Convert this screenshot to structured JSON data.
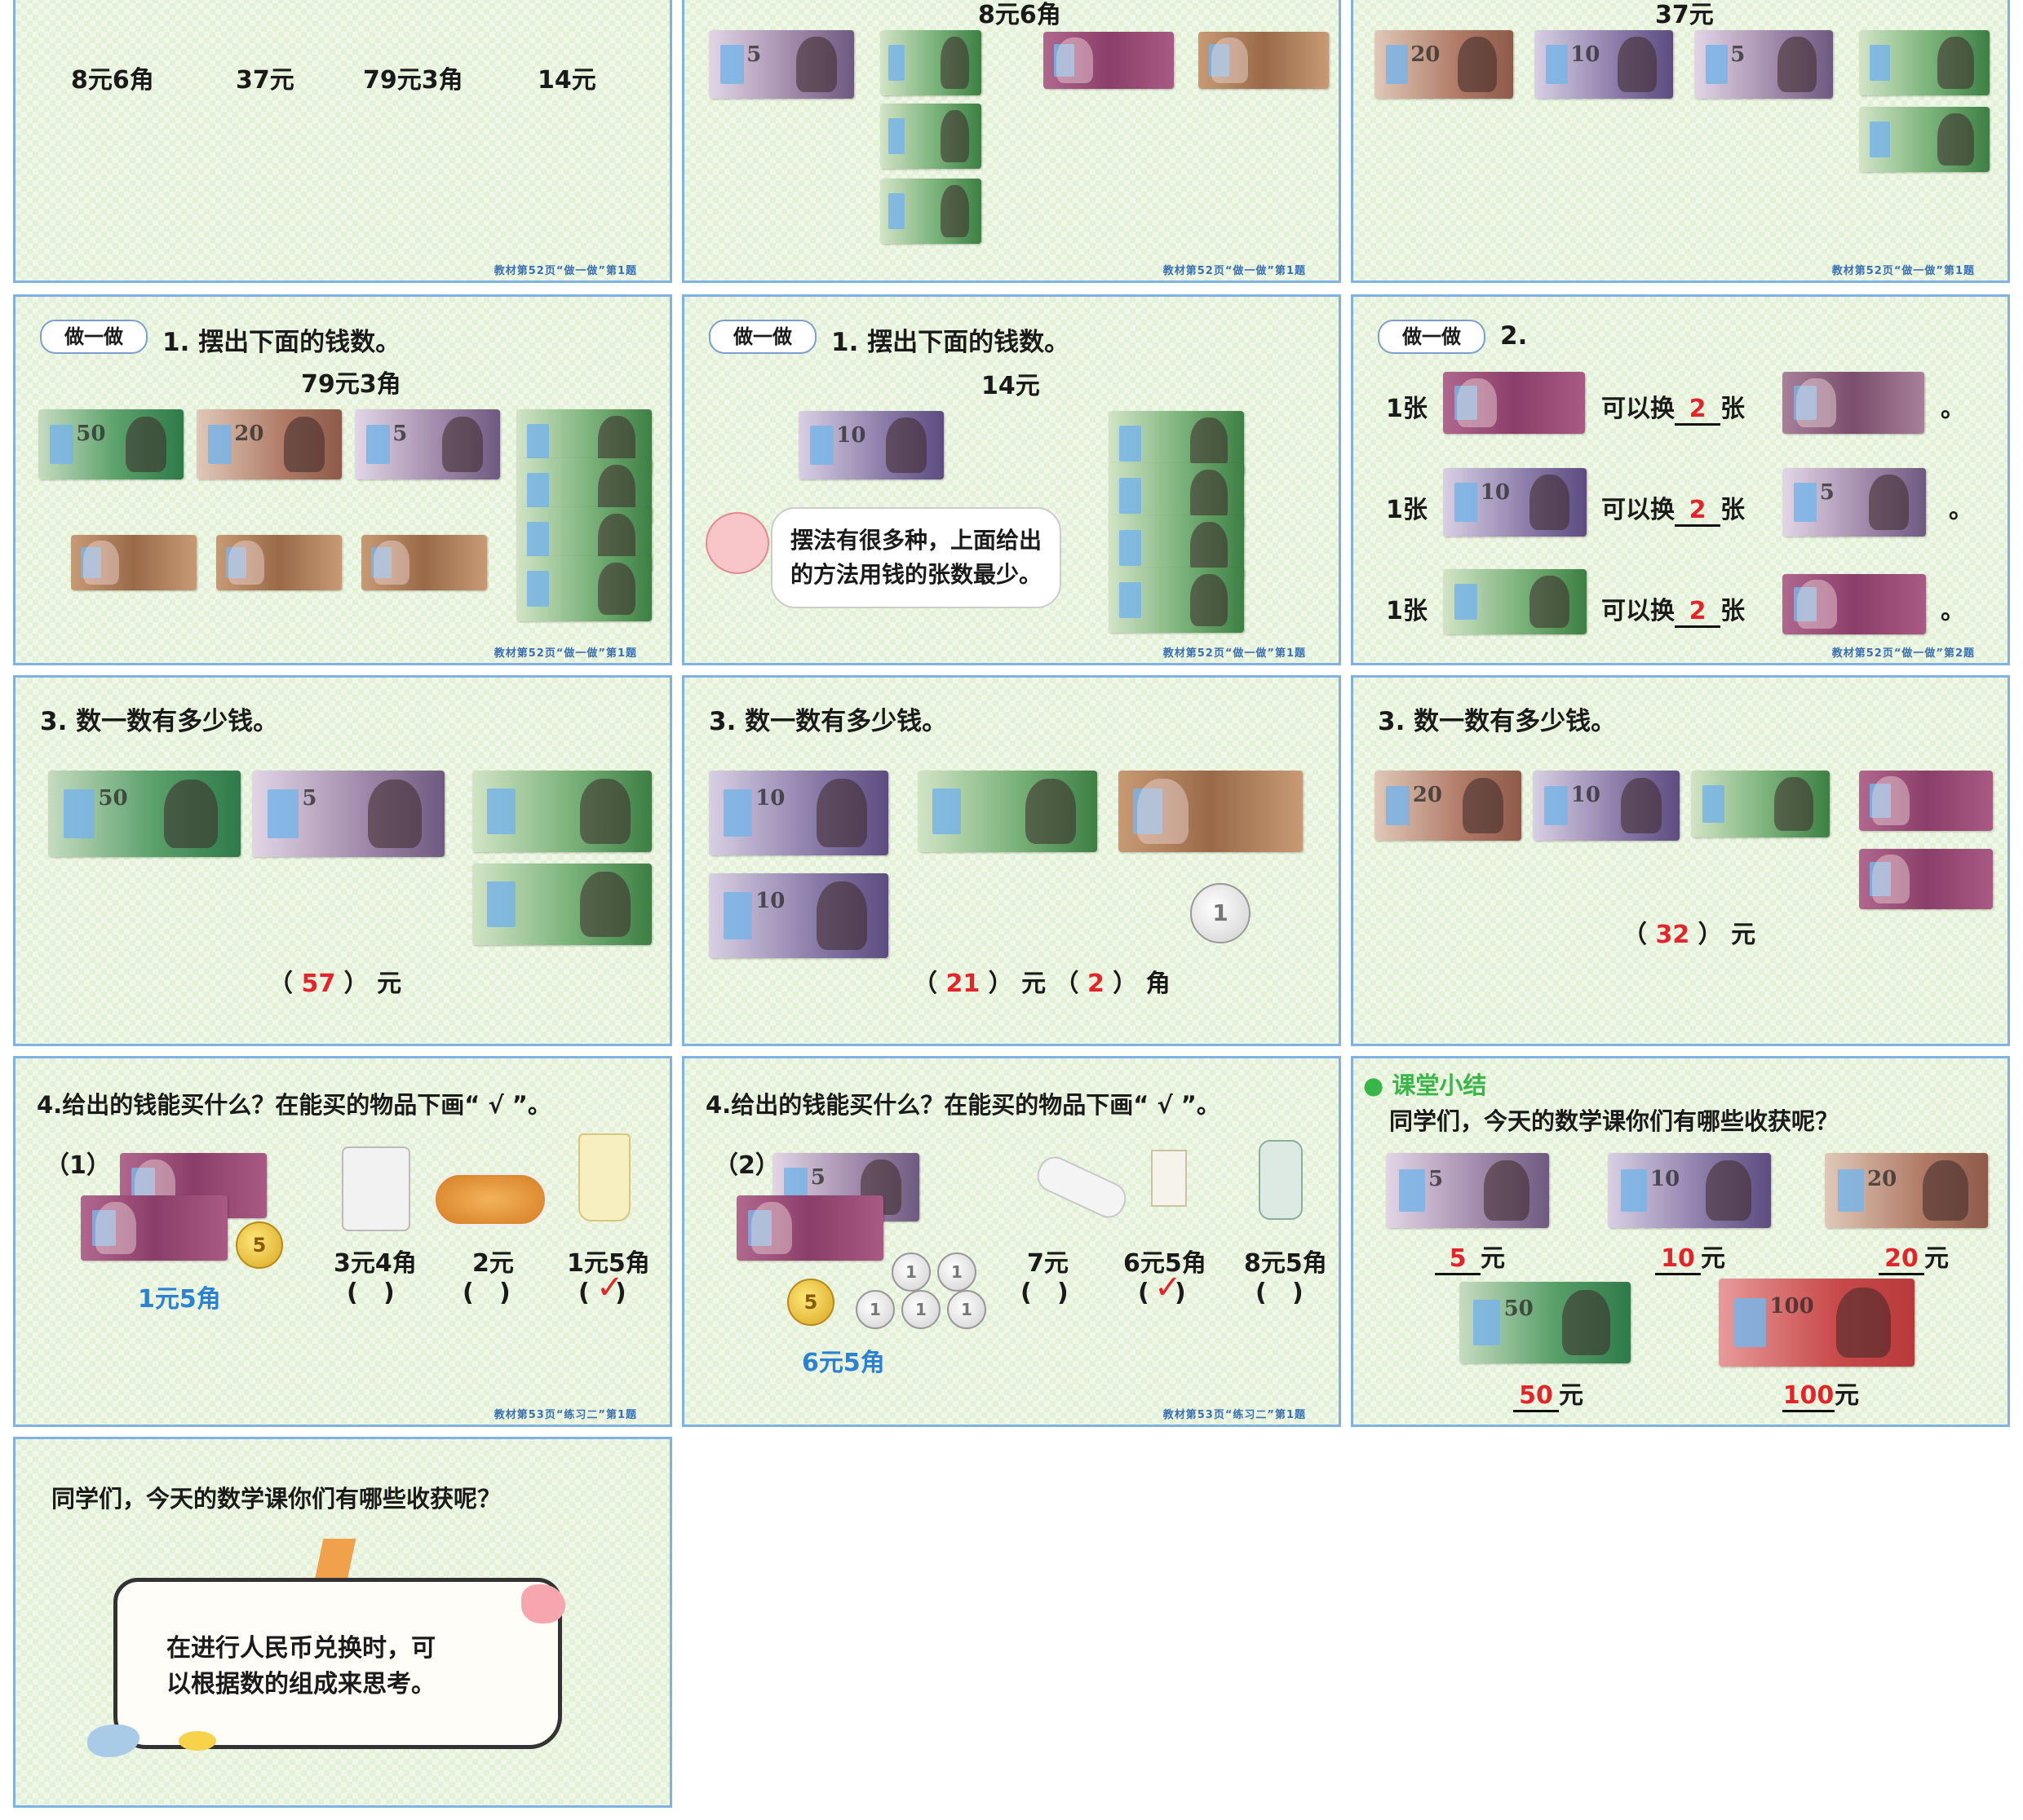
{
  "slides": {
    "s1": {
      "amounts": [
        "8元6角",
        "37元",
        "79元3角",
        "14元"
      ],
      "footer": "教材第52页“做一做”第1题"
    },
    "s2": {
      "title": "8元6角",
      "footer": "教材第52页“做一做”第1题"
    },
    "s3": {
      "title": "37元",
      "footer": "教材第52页“做一做”第1题"
    },
    "s4": {
      "tag": "做一做",
      "question": "1. 摆出下面的钱数。",
      "amount": "79元3角",
      "footer": "教材第52页“做一做”第1题"
    },
    "s5": {
      "tag": "做一做",
      "question": "1. 摆出下面的钱数。",
      "amount": "14元",
      "bubble_line1": "摆法有很多种，上面给出",
      "bubble_line2": "的方法用钱的张数最少。",
      "footer": "教材第52页“做一做”第1题"
    },
    "s6": {
      "tag": "做一做",
      "question": "2.",
      "rows": [
        {
          "prefix": "1张",
          "mid": "可以换",
          "answer": "2",
          "suffix": "张",
          "end": "。"
        },
        {
          "prefix": "1张",
          "mid": "可以换",
          "answer": "2",
          "suffix": "张",
          "end": "。"
        },
        {
          "prefix": "1张",
          "mid": "可以换",
          "answer": "2",
          "suffix": "张",
          "end": "。"
        }
      ],
      "footer": "教材第52页“做一做”第2题"
    },
    "s7": {
      "question": "3. 数一数有多少钱。",
      "answer": "57",
      "unit": "元"
    },
    "s8": {
      "question": "3. 数一数有多少钱。",
      "answer_yuan": "21",
      "unit_yuan": "元",
      "answer_jiao": "2",
      "unit_jiao": "角",
      "coin_label": "1"
    },
    "s9": {
      "question": "3. 数一数有多少钱。",
      "answer": "32",
      "unit": "元"
    },
    "s10": {
      "question": "4.给出的钱能买什么？在能买的物品下画“ √ ”。",
      "sub": "（1）",
      "given": "1元5角",
      "coin_label": "5",
      "prices": [
        "3元4角",
        "2元",
        "1元5角"
      ],
      "check": "✓",
      "footer": "教材第53页“练习二”第1题"
    },
    "s11": {
      "question": "4.给出的钱能买什么？在能买的物品下画“ √ ”。",
      "sub": "（2）",
      "given": "6元5角",
      "coin_label": "5",
      "small_coin": "1",
      "prices": [
        "7元",
        "6元5角",
        "8元5角"
      ],
      "check": "✓",
      "footer": "教材第53页“练习二”第1题"
    },
    "s12": {
      "section": "课堂小结",
      "heading": "同学们，今天的数学课你们有哪些收获呢？",
      "labels": [
        {
          "value": "5",
          "unit": "元"
        },
        {
          "value": "10",
          "unit": "元"
        },
        {
          "value": "20",
          "unit": "元"
        },
        {
          "value": "50",
          "unit": "元"
        },
        {
          "value": "100",
          "unit": "元"
        }
      ]
    },
    "s13": {
      "heading": "同学们，今天的数学课你们有哪些收获呢？",
      "line1": "在进行人民币兑换时，可",
      "line2": "以根据数的组成来思考。"
    }
  },
  "note_denoms": {
    "yuan100": "100",
    "yuan50": "50",
    "yuan20": "20",
    "yuan10": "10",
    "yuan5": "5",
    "yuan1": "1"
  },
  "colors": {
    "border": "#7fb2e2",
    "answer_red": "#e3242b",
    "given_blue": "#2a82d0",
    "background": "#e3f1d6"
  }
}
